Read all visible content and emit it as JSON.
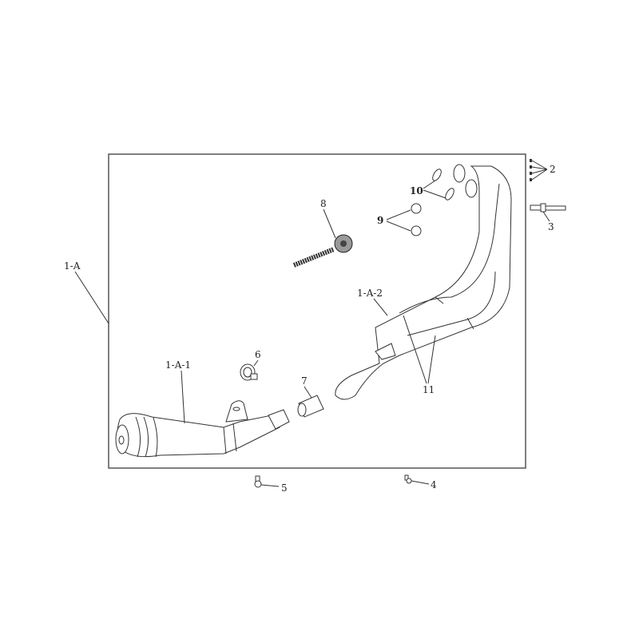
{
  "diagram": {
    "title": "Exhaust system exploded view",
    "labels": {
      "assembly": "1-A",
      "muffler": "1-A-1",
      "header_pipe": "1-A-2",
      "p2": "2",
      "p3": "3",
      "p4": "4",
      "p5": "5",
      "p6": "6",
      "p7": "7",
      "p8": "8",
      "p9": "9",
      "p10": "10",
      "p11": "11"
    }
  }
}
